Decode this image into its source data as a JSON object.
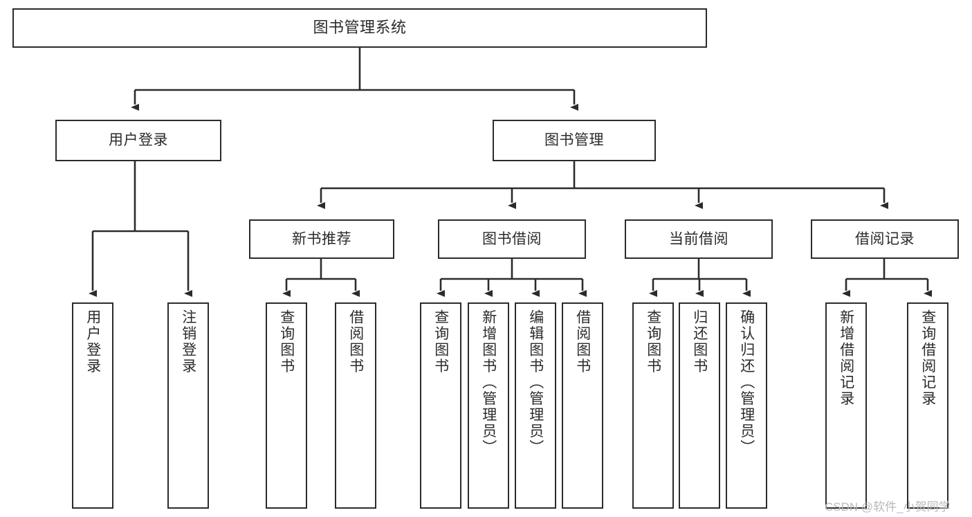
{
  "diagram": {
    "title": "图书管理系统",
    "type": "hierarchy-tree",
    "colors": {
      "box_border": "#2b2b2b",
      "box_fill": "#ffffff",
      "connector": "#2b2b2b",
      "text": "#2b2b2b",
      "watermark": "#b9b9b9",
      "background": "#ffffff"
    },
    "root": {
      "label": "图书管理系统"
    },
    "level2": [
      {
        "label": "用户登录"
      },
      {
        "label": "图书管理"
      }
    ],
    "level3": [
      {
        "label": "新书推荐"
      },
      {
        "label": "图书借阅"
      },
      {
        "label": "当前借阅"
      },
      {
        "label": "借阅记录"
      }
    ],
    "leaves": {
      "user_login": [
        {
          "label": "用户登录"
        },
        {
          "label": "注销登录"
        }
      ],
      "new_book_recommend": [
        {
          "label": "查询图书"
        },
        {
          "label": "借阅图书"
        }
      ],
      "book_borrow": [
        {
          "label": "查询图书"
        },
        {
          "label": "新增图书（管理员）"
        },
        {
          "label": "编辑图书（管理员）"
        },
        {
          "label": "借阅图书"
        }
      ],
      "current_borrow": [
        {
          "label": "查询图书"
        },
        {
          "label": "归还图书"
        },
        {
          "label": "确认归还（管理员）"
        }
      ],
      "borrow_record": [
        {
          "label": "新增借阅记录"
        },
        {
          "label": "查询借阅记录"
        }
      ]
    }
  },
  "watermark": {
    "text": "CSDN @软件_小贺同学"
  }
}
